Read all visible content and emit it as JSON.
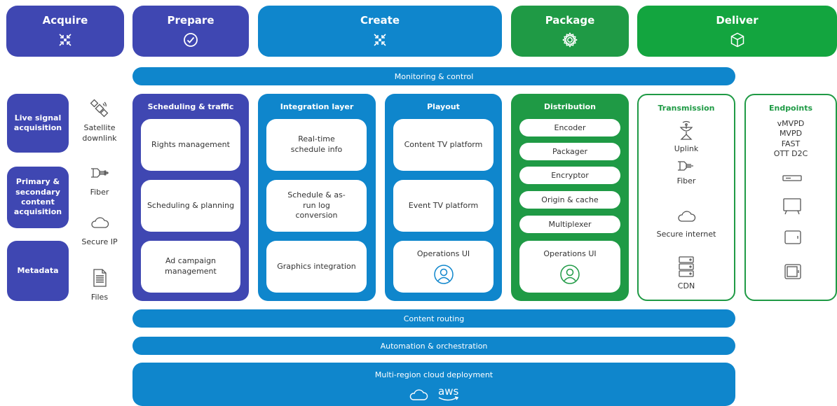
{
  "stages": {
    "acquire": "Acquire",
    "prepare": "Prepare",
    "create": "Create",
    "package": "Package",
    "deliver": "Deliver"
  },
  "bars": {
    "monitoring": "Monitoring & control",
    "routing": "Content routing",
    "automation": "Automation & orchestration",
    "cloud": "Multi-region cloud deployment",
    "aws": "aws"
  },
  "acquisition": {
    "live": "Live signal acquisition",
    "primary": "Primary & secondary content acquisition",
    "metadata": "Metadata"
  },
  "sources": {
    "satellite": "Satellite downlink",
    "fiber": "Fiber",
    "secure_ip": "Secure IP",
    "files": "Files"
  },
  "scheduling": {
    "title": "Scheduling & traffic",
    "items": [
      "Rights management",
      "Scheduling & planning",
      "Ad campaign management"
    ]
  },
  "integration": {
    "title": "Integration layer",
    "items": [
      "Real-time schedule info",
      "Schedule & as-run log conversion",
      "Graphics integration"
    ]
  },
  "playout": {
    "title": "Playout",
    "items": [
      "Content TV platform",
      "Event TV platform",
      "Operations UI"
    ]
  },
  "distribution": {
    "title": "Distribution",
    "pills": [
      "Encoder",
      "Packager",
      "Encryptor",
      "Origin & cache",
      "Multiplexer"
    ],
    "ops": "Operations UI"
  },
  "transmission": {
    "title": "Transmission",
    "items": [
      "Uplink",
      "Fiber",
      "Secure internet",
      "CDN"
    ]
  },
  "endpoints": {
    "title": "Endpoints",
    "list": [
      "vMVPD",
      "MVPD",
      "FAST",
      "OTT D2C"
    ]
  },
  "colors": {
    "prepare_blue": "#3f47b2",
    "create_blue": "#0f86cc",
    "package_green": "#1f9a45",
    "deliver_green": "#13a53f"
  }
}
